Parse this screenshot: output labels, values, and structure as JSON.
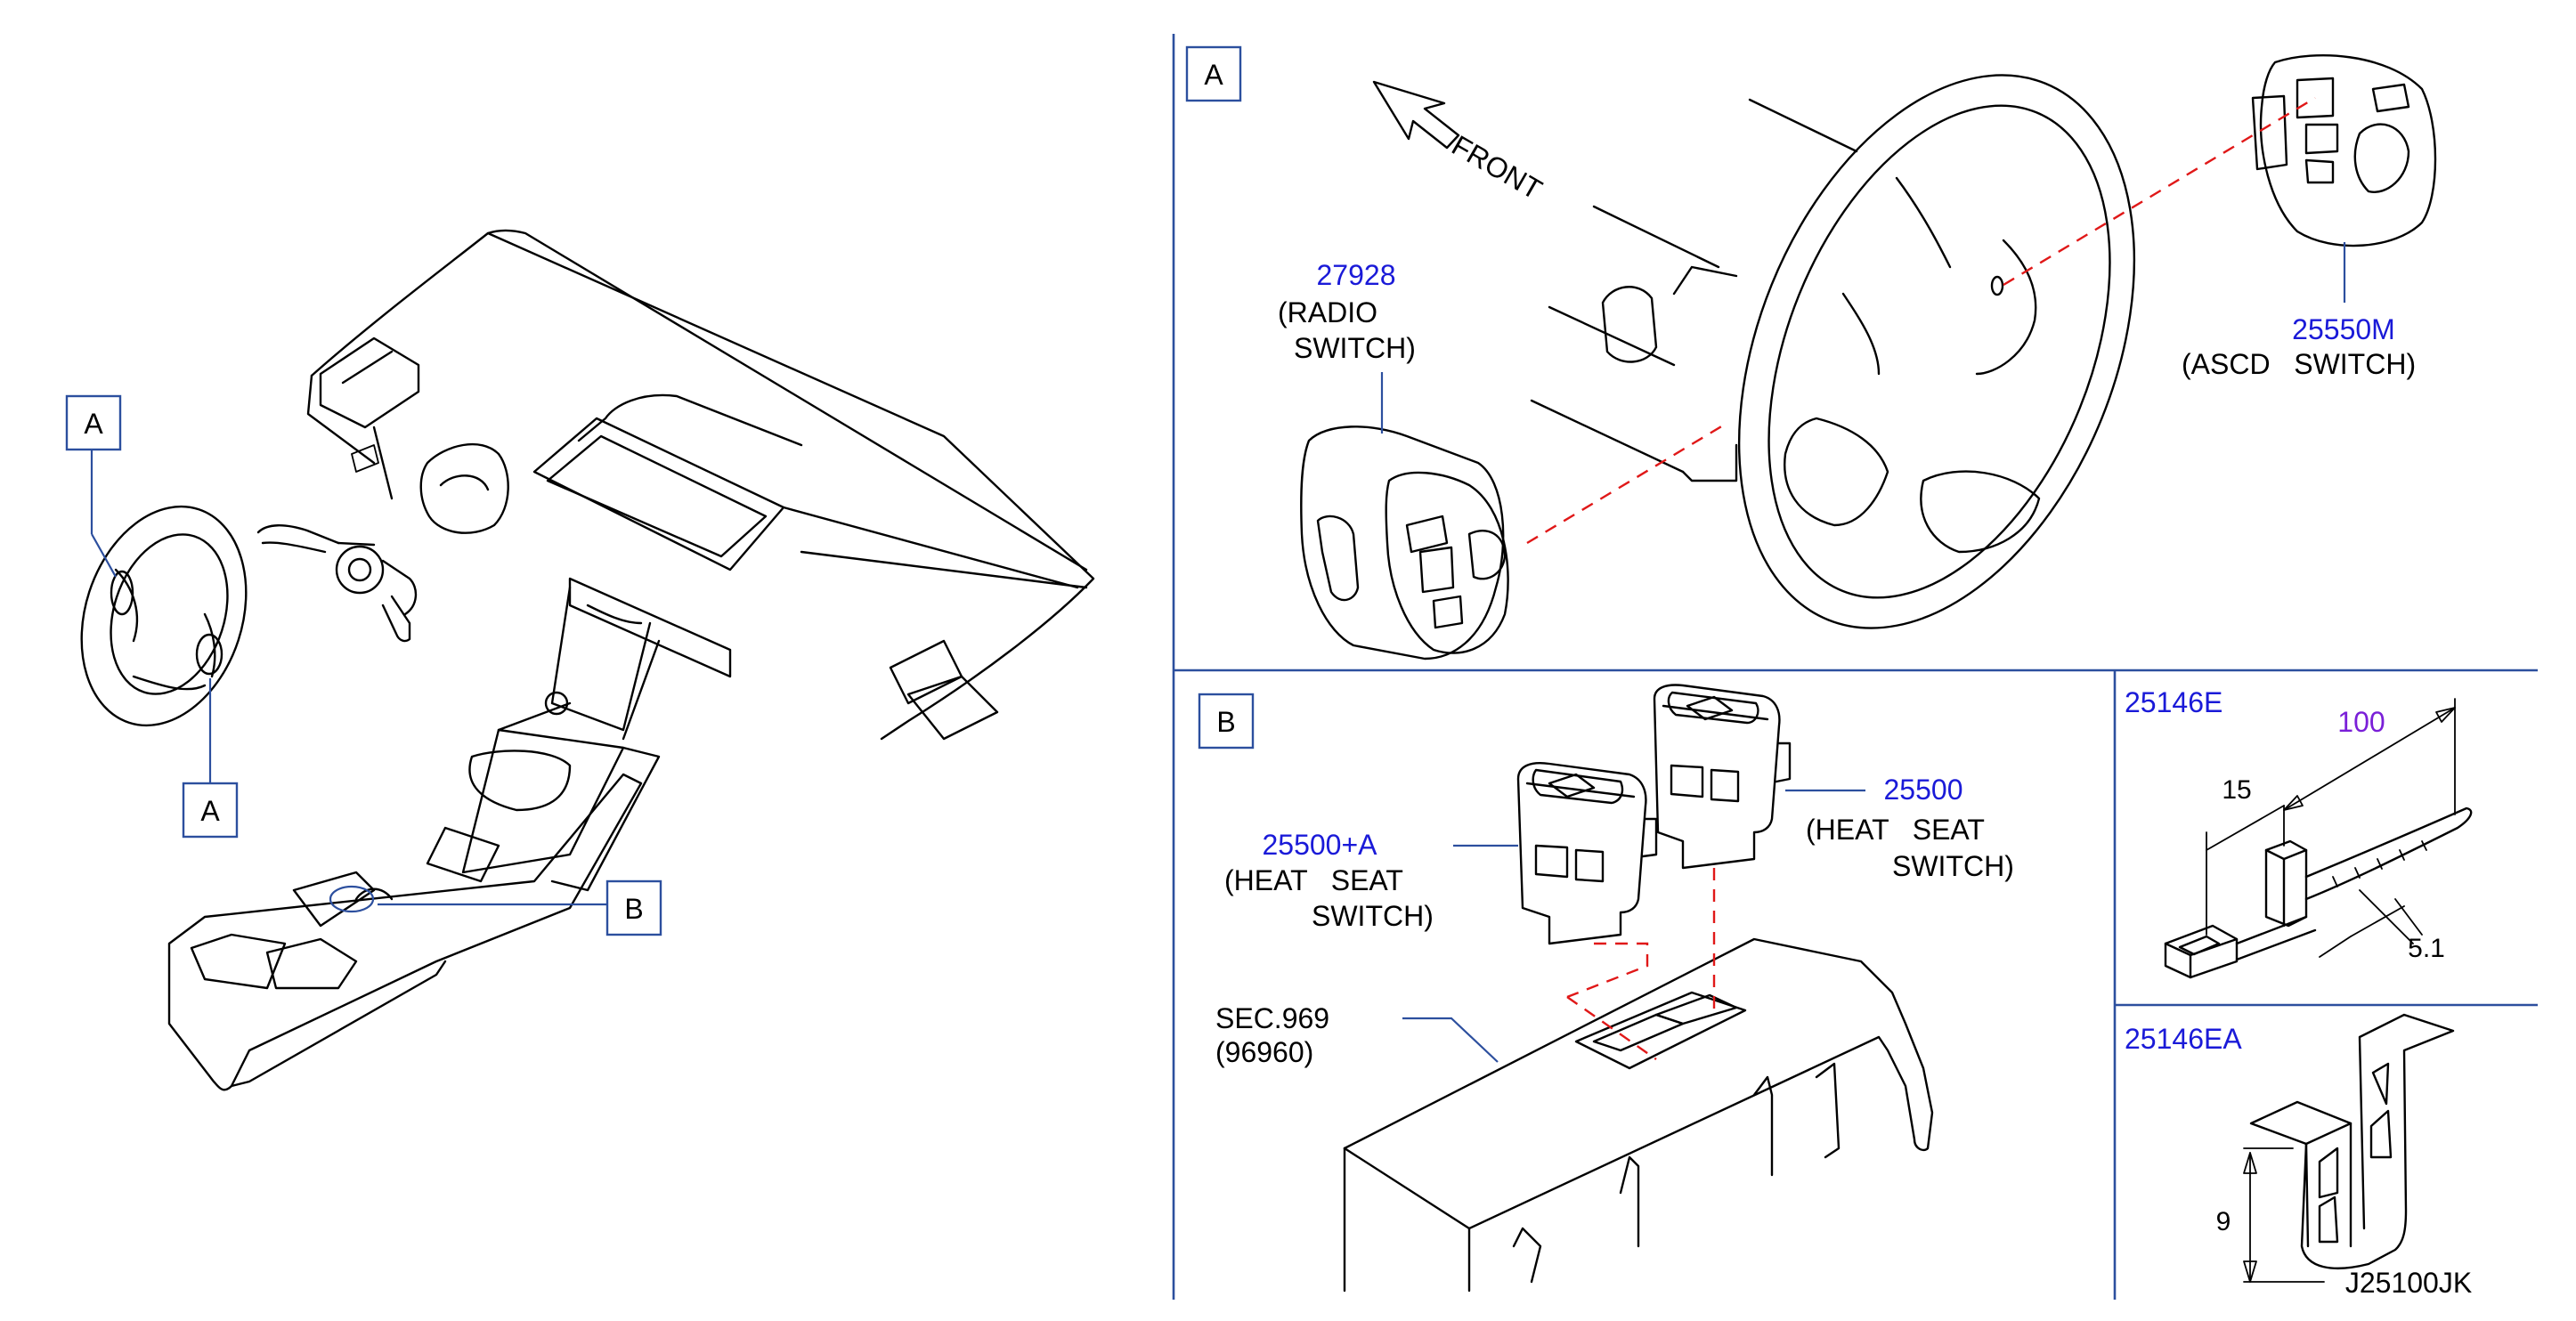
{
  "labels": {
    "a_top_left": "A",
    "a_bottom_left": "A",
    "b_left": "B",
    "panel_a": "A",
    "panel_b": "B",
    "front": "FRONT",
    "drawing_code": "J25100JK"
  },
  "parts": {
    "radio_switch": {
      "number": "27928",
      "desc_line1": "(RADIO",
      "desc_line2": "SWITCH)"
    },
    "ascd_switch": {
      "number": "25550M",
      "desc_line1": "(ASCD   SWITCH)"
    },
    "heat_seat_a": {
      "number": "25500+A",
      "desc_line1": "(HEAT   SEAT",
      "desc_line2": "SWITCH)"
    },
    "heat_seat": {
      "number": "25500",
      "desc_line1": "(HEAT   SEAT",
      "desc_line2": "SWITCH)"
    },
    "console": {
      "number_line1": "SEC.969",
      "number_line2": "(96960)"
    },
    "clip_e": {
      "number": "25146E",
      "dim_length": "100",
      "dim_offset": "15",
      "dim_width": "5.1"
    },
    "clip_ea": {
      "number": "25146EA",
      "dim_height": "9"
    }
  },
  "colors": {
    "part_number": "#1a1ad8",
    "dimension_highlight": "#7a1fd8",
    "divider": "#2c4f9e",
    "connector_dash": "#e01818"
  }
}
